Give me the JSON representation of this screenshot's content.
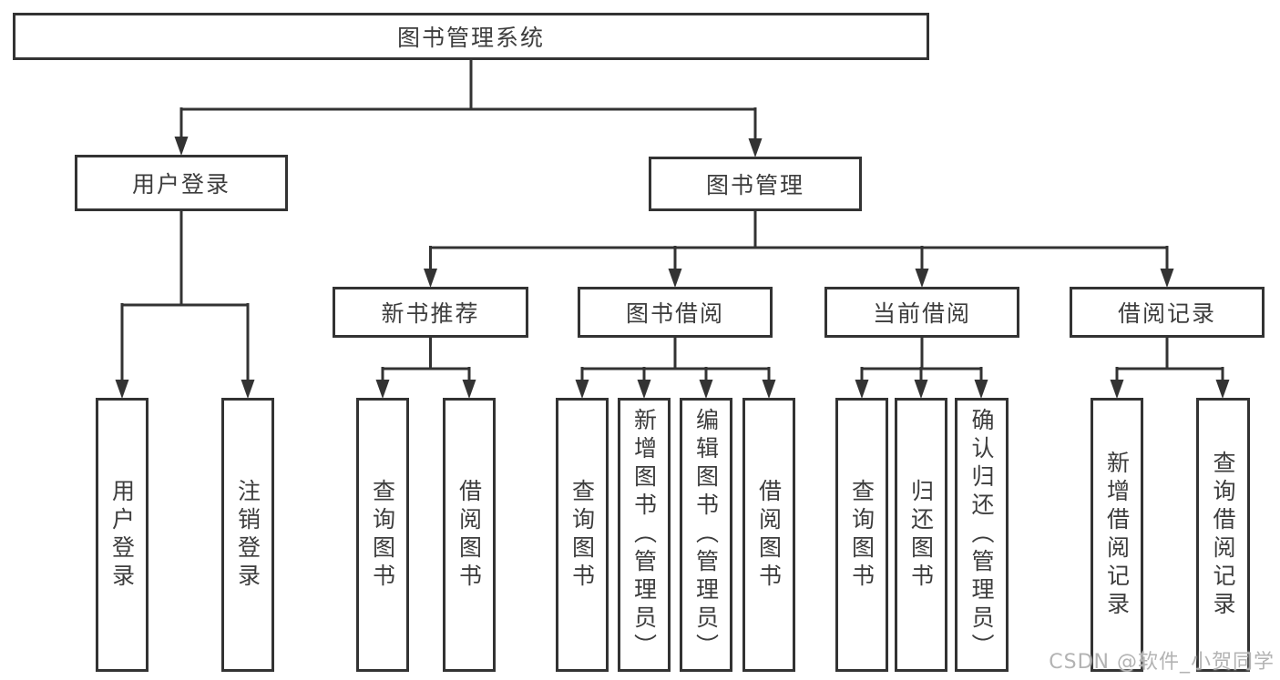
{
  "diagram": {
    "root": {
      "label": "图书管理系统"
    },
    "level2": [
      {
        "label": "用户登录"
      },
      {
        "label": "图书管理"
      }
    ],
    "level3": [
      {
        "label": "新书推荐",
        "parent": "图书管理"
      },
      {
        "label": "图书借阅",
        "parent": "图书管理"
      },
      {
        "label": "当前借阅",
        "parent": "图书管理"
      },
      {
        "label": "借阅记录",
        "parent": "图书管理"
      }
    ],
    "leaves": [
      {
        "label": "用户登录",
        "parent": "用户登录"
      },
      {
        "label": "注销登录",
        "parent": "用户登录"
      },
      {
        "label": "查询图书",
        "parent": "新书推荐"
      },
      {
        "label": "借阅图书",
        "parent": "新书推荐"
      },
      {
        "label": "查询图书",
        "parent": "图书借阅"
      },
      {
        "label": "新增图书（管理员）",
        "parent": "图书借阅"
      },
      {
        "label": "编辑图书（管理员）",
        "parent": "图书借阅"
      },
      {
        "label": "借阅图书",
        "parent": "图书借阅"
      },
      {
        "label": "查询图书",
        "parent": "当前借阅"
      },
      {
        "label": "归还图书",
        "parent": "当前借阅"
      },
      {
        "label": "确认归还（管理员）",
        "parent": "当前借阅"
      },
      {
        "label": "新增借阅记录",
        "parent": "借阅记录"
      },
      {
        "label": "查询借阅记录",
        "parent": "借阅记录"
      }
    ]
  },
  "watermark": {
    "text": "CSDN @软件_小贺同学"
  },
  "colors": {
    "line": "#333333",
    "text": "#3d3d3d",
    "watermark": "#b3b3b3",
    "background": "#ffffff"
  }
}
